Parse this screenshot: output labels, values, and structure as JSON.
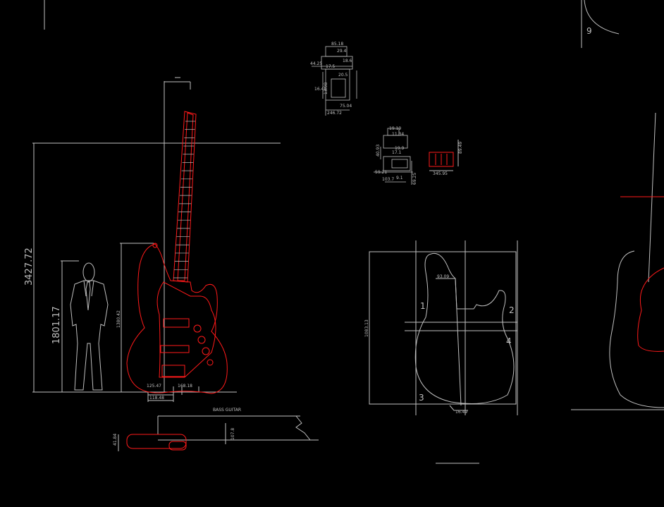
{
  "colors": {
    "background": "#000000",
    "line": "#bfbfbf",
    "accent": "#ff1a1a"
  },
  "elevation": {
    "overall_height": "3427.72",
    "figure_height": "1801.17",
    "guitar_height": "1380.42",
    "width_label": "118.48",
    "bottom_label_1": "125.47",
    "bottom_label_2": "168.18"
  },
  "side_view": {
    "title": "BASS GUITAR",
    "thickness_label": "41.84",
    "length_label": "107.8"
  },
  "top_detail": {
    "labels": [
      "85.18",
      "29.4",
      "44.25",
      "17.5",
      "18.6",
      "16.48",
      "13.98",
      "20.5",
      "75.04",
      "246.72"
    ]
  },
  "mid_detail": {
    "labels": [
      "19.19",
      "11.34",
      "40.93",
      "19.9",
      "17.1",
      "59.21",
      "9.1",
      "69.25",
      "103.7"
    ]
  },
  "red_detail": {
    "labels": [
      "345.95",
      "89.49"
    ]
  },
  "body_outline": {
    "height_label": "1083.13",
    "neck_label": "93.09",
    "bottom_label": "16.49",
    "region_numbers": [
      "1",
      "2",
      "3",
      "4"
    ]
  },
  "top_right": {
    "number": "9"
  }
}
